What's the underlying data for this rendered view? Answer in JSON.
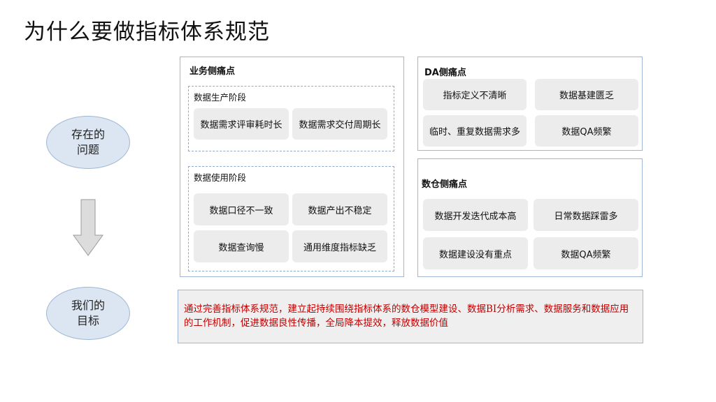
{
  "title": "为什么要做指标体系规范",
  "ellipses": {
    "problem": "存在的\n问题",
    "goal": "我们的\n目标"
  },
  "business": {
    "title": "业务侧痛点",
    "production": {
      "title": "数据生产阶段",
      "items": [
        "数据需求评审耗时长",
        "数据需求交付周期长"
      ]
    },
    "usage": {
      "title": "数据使用阶段",
      "items": [
        "数据口径不一致",
        "数据产出不稳定",
        "数据查询慢",
        "通用维度指标缺乏"
      ]
    }
  },
  "da": {
    "title": "DA侧痛点",
    "items": [
      "指标定义不清晰",
      "数据基建匮乏",
      "临时、重复数据需求多",
      "数据QA频繁"
    ]
  },
  "dw": {
    "title": "数仓侧痛点",
    "items": [
      "数据开发迭代成本高",
      "日常数据踩雷多",
      "数据建设没有重点",
      "数据QA频繁"
    ]
  },
  "goal_text": "通过完善指标体系规范，建立起持续围绕指标体系的数仓模型建设、数据BI分析需求、数据服务和数据应用的工作机制，促进数据良性传播，全局降本提效，释放数据价值"
}
